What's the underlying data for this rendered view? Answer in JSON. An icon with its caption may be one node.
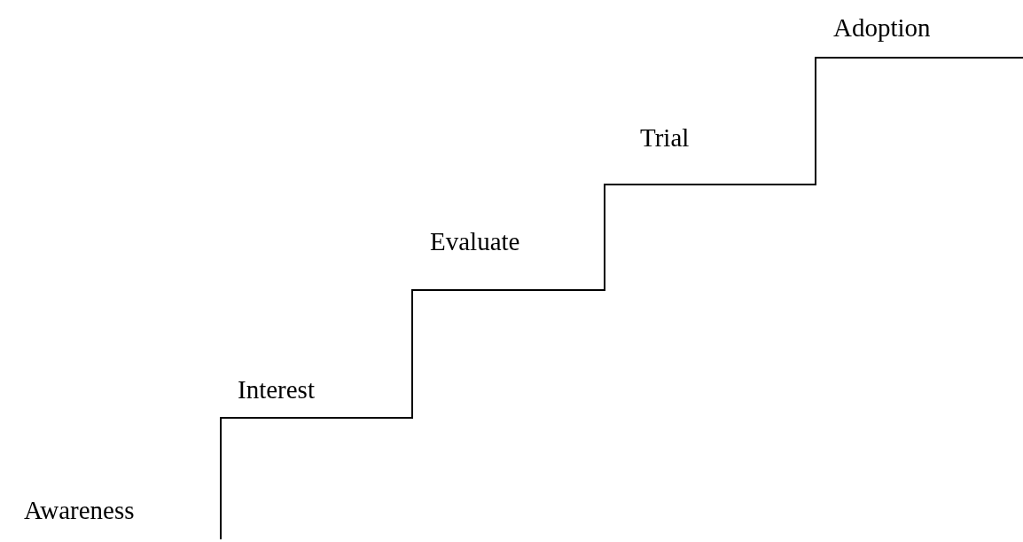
{
  "diagram": {
    "labels": [
      "Adoption",
      "Trial",
      "Evaluate",
      "Interest",
      "Awareness"
    ]
  }
}
